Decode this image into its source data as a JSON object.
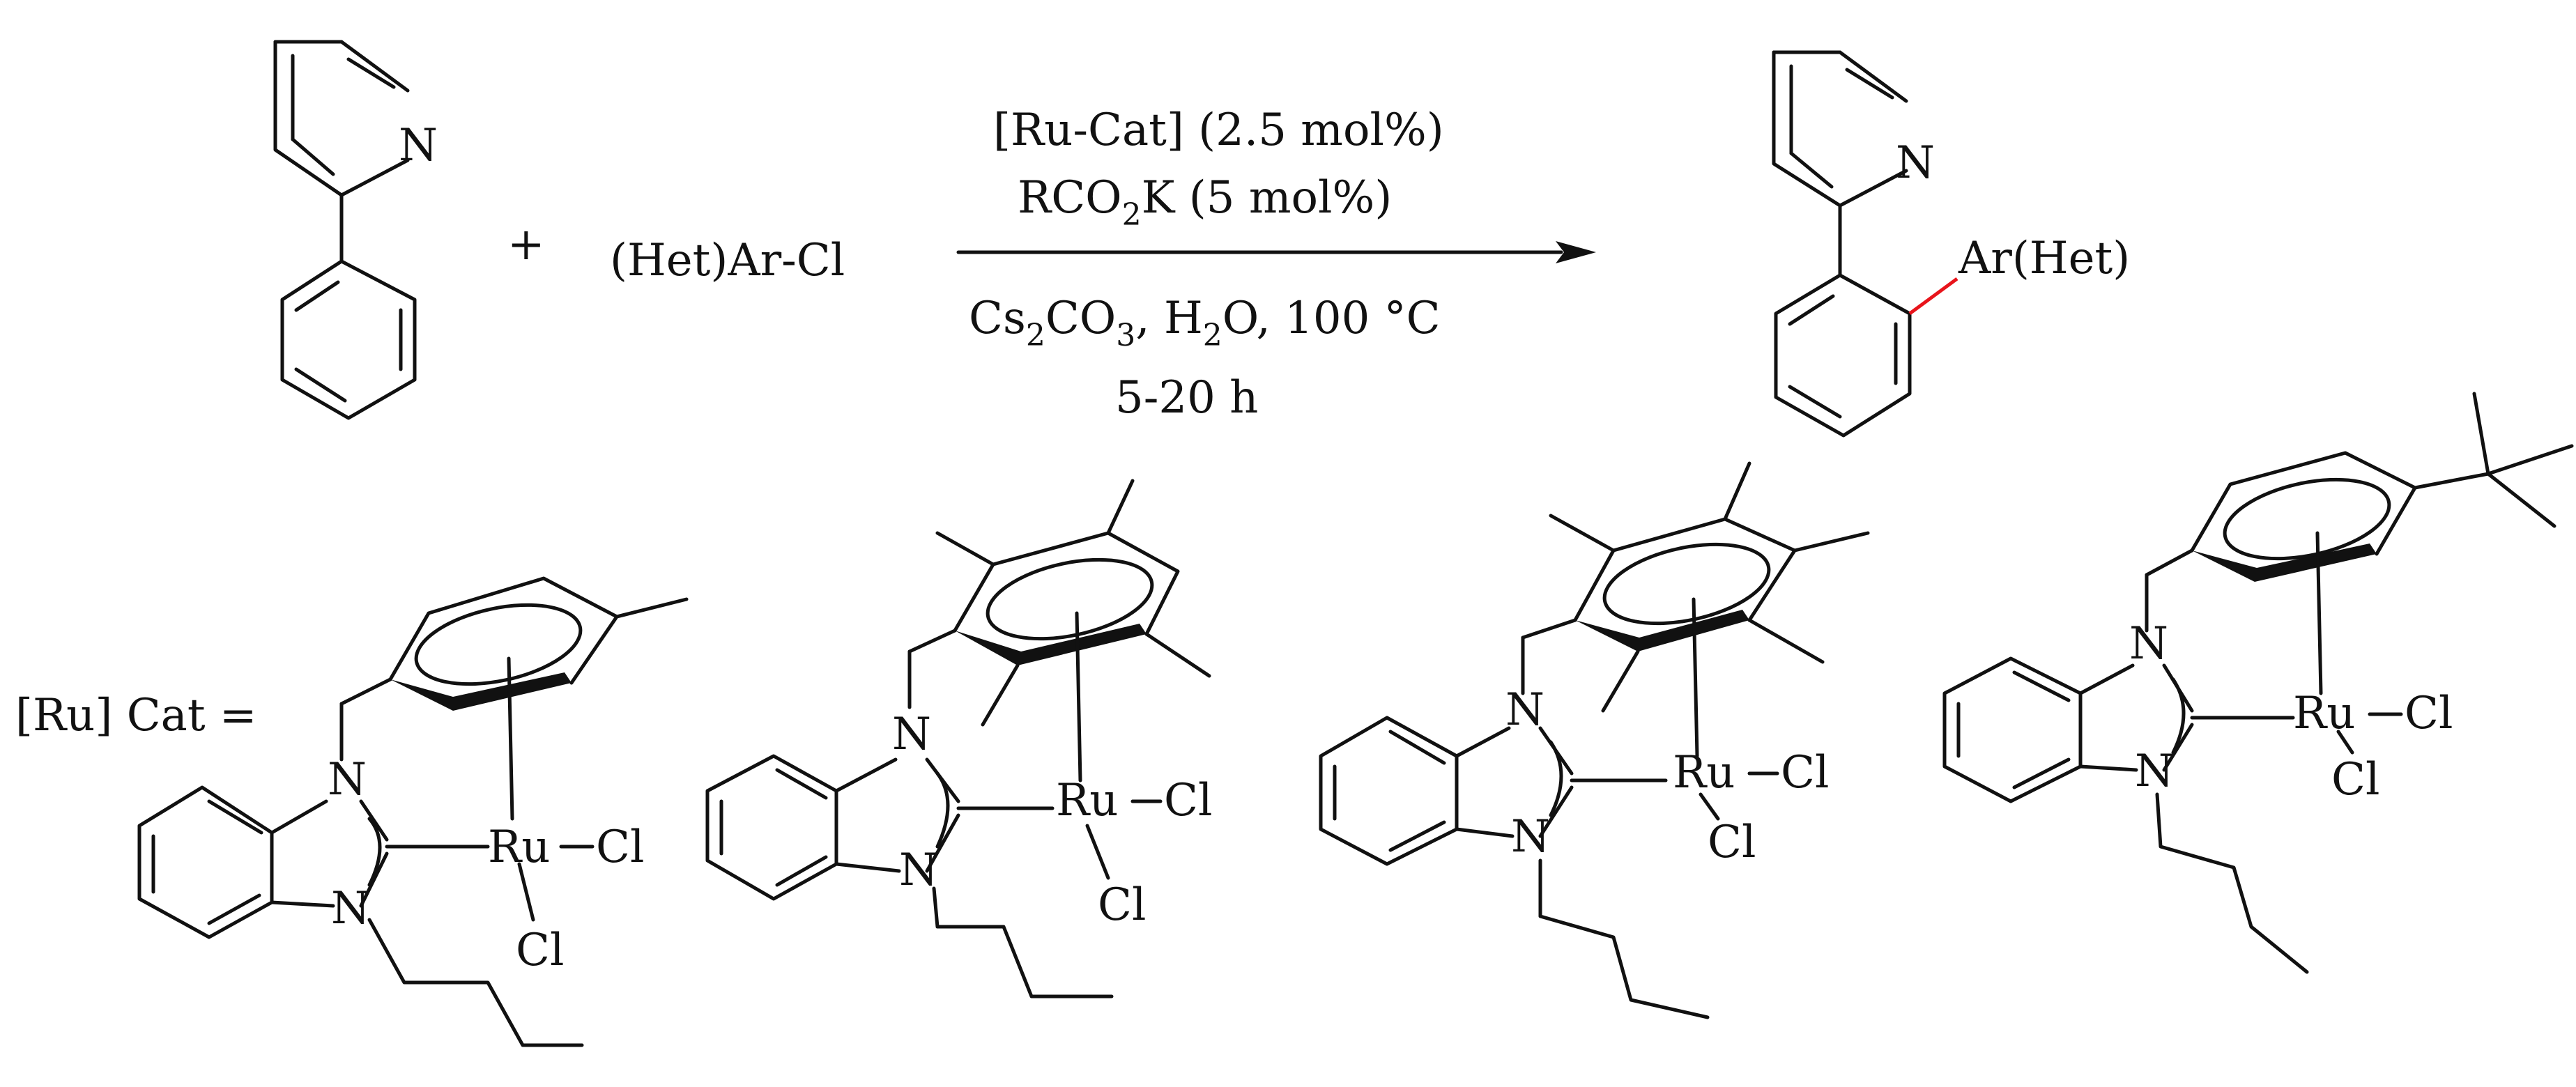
{
  "reaction": {
    "plus": "+",
    "reagent": "(Het)Ar-Cl",
    "product_substituent": "Ar(Het)",
    "atom_n": "N"
  },
  "conditions": {
    "line1": "[Ru-Cat] (2.5 mol%)",
    "line2_a": "RCO",
    "line2_sub": "2",
    "line2_b": "K (5 mol%)",
    "line3_cs": "Cs",
    "line3_sub1": "2",
    "line3_co": "CO",
    "line3_sub2": "3",
    "line3_h": ", H",
    "line3_sub3": "2",
    "line3_rest": "O, 100 °C",
    "line4": "5-20 h"
  },
  "catalysts": {
    "label": "[Ru] Cat =",
    "metal": "Ru",
    "ligand": "Cl",
    "atom_n": "N"
  },
  "colors": {
    "ink": "#111111",
    "new_bond": "#e8141b"
  }
}
